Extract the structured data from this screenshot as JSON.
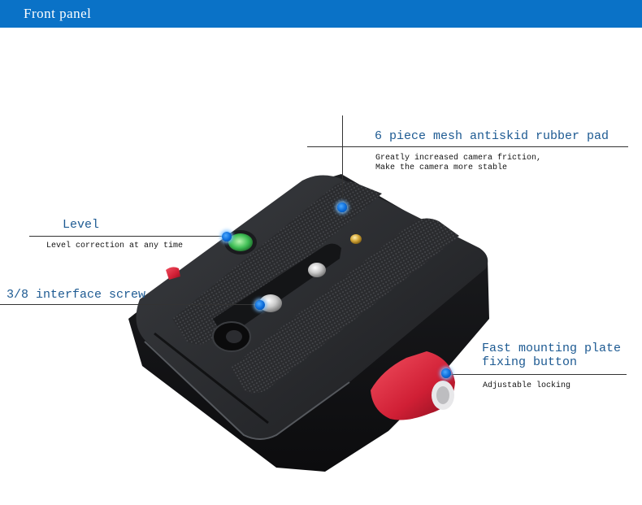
{
  "header": {
    "title": "Front panel",
    "bg_color": "#0a72c7"
  },
  "product": {
    "icon": "quick-release-plate-icon"
  },
  "callouts": {
    "rubber_pad": {
      "title": "6 piece mesh antiskid rubber pad",
      "desc_line1": "Greatly increased camera friction,",
      "desc_line2": "Make the camera more stable"
    },
    "level": {
      "title": "Level",
      "desc": "Level correction at any time"
    },
    "screw": {
      "title": "3/8 interface screw"
    },
    "fixing_button": {
      "title_line1": "Fast mounting plate",
      "title_line2": "fixing button",
      "desc": "Adjustable locking"
    }
  },
  "colors": {
    "marker": "#0a6ad8",
    "title_text": "#1d5a92",
    "knob": "#d8283a"
  }
}
